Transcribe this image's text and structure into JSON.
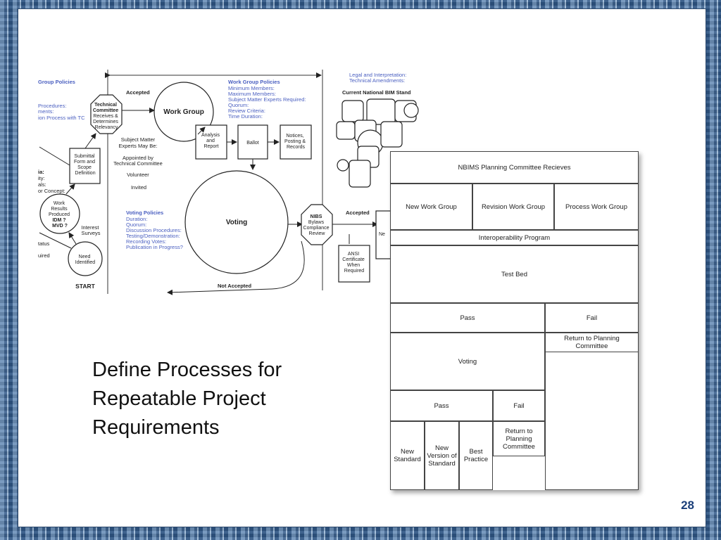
{
  "slide": {
    "caption": [
      "Define Processes for",
      "Repeatable Project",
      "Requirements"
    ],
    "page_number": "28"
  },
  "flow": {
    "left_labels": {
      "group_policies": "Group Policies",
      "procedures": "Procedures:",
      "ments": "ments:",
      "ion_process": "ion Process with TC",
      "ia": "ia:",
      "ity": "ity:",
      "als": "als:",
      "or_concept": "or Concept:",
      "status": "tatus",
      "uired": "uired"
    },
    "technical_committee": [
      "Technical",
      "Committee",
      "Receives &",
      "Determines",
      "Relevancy"
    ],
    "accepted_top": "Accepted",
    "work_group": "Work Group",
    "work_group_policies": {
      "title": "Work Group Policies",
      "items": [
        "Minimum Members:",
        "Maximum Members:",
        "Subject Matter Experts Required:",
        "Quorum:",
        "Review Criteria:",
        "Time Duration:"
      ]
    },
    "legal": [
      "Legal and Interpretation:",
      "Technical Amendments:"
    ],
    "current_standard": "Current National BIM Stand",
    "submittal": [
      "Submittal",
      "Form and",
      "Scope",
      "Definition"
    ],
    "sme": [
      "Subject  Matter",
      "Experts May Be:"
    ],
    "appointed": [
      "Appointed by",
      "Technical Committee"
    ],
    "volunteer": "Volunteer",
    "invited": "Invited",
    "analysis": [
      "Analysis",
      "and",
      "Report"
    ],
    "ballot": "Ballot",
    "notices": [
      "Notices,",
      "Posting &",
      "Records"
    ],
    "work_results": [
      "Work",
      "Results",
      "Produced",
      "IDM ?",
      "MVD ?"
    ],
    "interest_surveys": [
      "Interest",
      "Surveys"
    ],
    "need_identified": [
      "Need",
      "Identified"
    ],
    "start": "START",
    "voting_policies": {
      "title": "Voting Policies",
      "items": [
        "Duration:",
        "Quorum:",
        "Discussion Procedures:",
        "Testing/Demonstration:",
        "Recording Votes:",
        "Publication in Progress?"
      ]
    },
    "voting": "Voting",
    "not_accepted": "Not Accepted",
    "nibs": [
      "NIBS",
      "Bylaws",
      "Compliance",
      "Review"
    ],
    "accepted_right": "Accepted",
    "ansi": [
      "ANSI",
      "Certificate",
      "When",
      "Required"
    ],
    "ne": "Ne"
  },
  "planning_table": {
    "header": "NBIMS Planning Committee Recieves",
    "row1": [
      "New Work Group",
      "Revision Work Group",
      "Process Work Group"
    ],
    "interop": "Interoperability Program",
    "test_bed": "Test Bed",
    "pass1": "Pass",
    "fail1": "Fail",
    "return1": "Return to Planning Committee",
    "voting": "Voting",
    "pass2": "Pass",
    "fail2": "Fail",
    "return2": [
      "Return to",
      "Planning",
      "Committee"
    ],
    "new_standard": [
      "New",
      "Standard"
    ],
    "new_version": [
      "New",
      "Version of",
      "Standard"
    ],
    "best_practice": [
      "Best",
      "Practice"
    ]
  }
}
